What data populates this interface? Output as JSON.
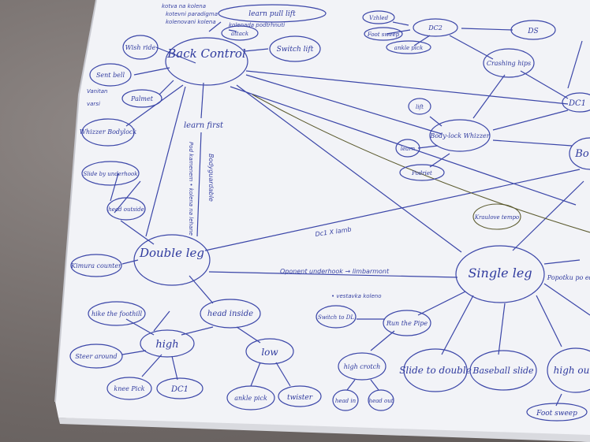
{
  "colors": {
    "ink": "#3b46a8",
    "paper": "#f3f4f7",
    "surface": "#7d7775",
    "olive_ink": "#5b5a2e"
  },
  "nodes": {
    "back_control": "Back Control",
    "double_leg": "Double leg",
    "single_leg": "Single leg",
    "learn_first": "learn first",
    "wish_ride": "Wish ride",
    "sent_bell": "Sent bell",
    "palmet": "Palmet",
    "whizzer_bodylock": "Whizzer Bodylock",
    "slide_by_underhook": "Slide by underhook",
    "head_outside": "head outside",
    "kimura_counter": "Kimura counter",
    "hike_the_foothill": "hike the foothill",
    "steer_around": "Steer around",
    "high_left": "high",
    "knee_pick": "knee Pick",
    "dc1_bottom": "DC1",
    "head_inside": "head inside",
    "low": "low",
    "ankle_pick": "ankle pick",
    "twister": "twister",
    "switch_to_dl": "Switch to DL",
    "run_the_pipe": "Run the Pipe",
    "high_crotch": "high crotch",
    "head_in": "head in",
    "head_out": "head out",
    "slide_to_double": "Slide to double",
    "baseball_slide": "Baseball slide",
    "high_outside": "high outs",
    "foot_sweep": "Foot sweep",
    "popotku": "Popotku po edi",
    "switch_lift": "Switch lift",
    "attack": "attack",
    "learn_pull_lift": "learn pull lift",
    "crashing_hips": "Crashing hips",
    "dc2": "DC2",
    "ds": "DS",
    "dc1_right": "DC1",
    "bo": "Bo",
    "lift": "lift",
    "bodylock_whizzer": "Body-lock Whizzer",
    "learn": "learn",
    "podriet": "Podriet",
    "foot_sweep_top": "Foot sweep",
    "ankle_pick_top": "ankle pick",
    "kraulove_tempo": "Kraulove tempo",
    "vzhled": "Vzhled"
  },
  "edge_labels": {
    "dc1_x_lamb": "Dc1 X lamb",
    "opponent_underhook": "Oponent underhook → limbarmont",
    "bodyguard": "Bodyguardable"
  },
  "notes": {
    "top_note_1": "kotva na kolena",
    "top_note_2": "kotevni paradigma",
    "top_note_3": "kolenovani kolena",
    "top_note_4": "kolenada podtrhnuti",
    "vertical_note": "Pod kamenem • kolena na lehane",
    "vestavka": "• vestavka koleno",
    "vanitan": "Vanitan",
    "varsi": "varsi"
  }
}
